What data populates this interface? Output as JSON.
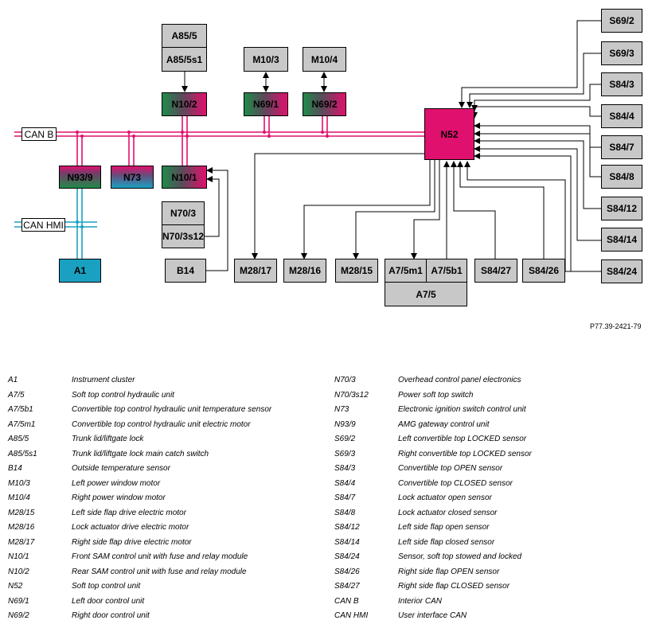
{
  "components": {
    "A85_5": "A85/5",
    "A85_5s1": "A85/5s1",
    "M10_3": "M10/3",
    "M10_4": "M10/4",
    "N10_2": "N10/2",
    "N69_1": "N69/1",
    "N69_2": "N69/2",
    "N52": "N52",
    "N93_9": "N93/9",
    "N73": "N73",
    "N10_1": "N10/1",
    "N70_3": "N70/3",
    "N70_3s12": "N70/3s12",
    "A1": "A1",
    "B14": "B14",
    "M28_17": "M28/17",
    "M28_16": "M28/16",
    "M28_15": "M28/15",
    "A7_5m1": "A7/5m1",
    "A7_5b1": "A7/5b1",
    "A7_5": "A7/5",
    "S84_27": "S84/27",
    "S84_26": "S84/26",
    "S69_2": "S69/2",
    "S69_3": "S69/3",
    "S84_3": "S84/3",
    "S84_4": "S84/4",
    "S84_7": "S84/7",
    "S84_8": "S84/8",
    "S84_12": "S84/12",
    "S84_14": "S84/14",
    "S84_24": "S84/24"
  },
  "bus_labels": {
    "can_b": "CAN B",
    "can_hmi": "CAN HMI"
  },
  "doc_number": "P77.39-2421-79",
  "colors": {
    "can_b_bus": "#e0106e",
    "can_hmi_bus": "#1aa0c0",
    "control_unit": "#e0106e",
    "component": "#c8c8c8"
  },
  "legend_left": [
    {
      "code": "A1",
      "desc": "Instrument cluster"
    },
    {
      "code": "A7/5",
      "desc": "Soft top control hydraulic unit"
    },
    {
      "code": "A7/5b1",
      "desc": "Convertible top control hydraulic unit temperature sensor"
    },
    {
      "code": "A7/5m1",
      "desc": "Convertible top control hydraulic unit electric motor"
    },
    {
      "code": "A85/5",
      "desc": "Trunk lid/liftgate lock"
    },
    {
      "code": "A85/5s1",
      "desc": "Trunk lid/liftgate lock main catch switch"
    },
    {
      "code": "B14",
      "desc": "Outside temperature sensor"
    },
    {
      "code": "M10/3",
      "desc": "Left power window motor"
    },
    {
      "code": "M10/4",
      "desc": "Right power window motor"
    },
    {
      "code": "M28/15",
      "desc": "Left side flap drive electric motor"
    },
    {
      "code": "M28/16",
      "desc": "Lock actuator drive electric motor"
    },
    {
      "code": "M28/17",
      "desc": "Right side flap drive electric motor"
    },
    {
      "code": "N10/1",
      "desc": "Front SAM control unit with fuse and relay module"
    },
    {
      "code": "N10/2",
      "desc": "Rear SAM control unit with fuse and relay module"
    },
    {
      "code": "N52",
      "desc": "Soft top control unit"
    },
    {
      "code": "N69/1",
      "desc": "Left door control unit"
    },
    {
      "code": "N69/2",
      "desc": "Right door control unit"
    }
  ],
  "legend_right": [
    {
      "code": "N70/3",
      "desc": "Overhead control panel electronics"
    },
    {
      "code": "N70/3s12",
      "desc": "Power soft top switch"
    },
    {
      "code": "N73",
      "desc": "Electronic ignition switch control unit"
    },
    {
      "code": "N93/9",
      "desc": "AMG gateway control unit"
    },
    {
      "code": "S69/2",
      "desc": "Left convertible top LOCKED sensor"
    },
    {
      "code": "S69/3",
      "desc": "Right convertible top LOCKED sensor"
    },
    {
      "code": "S84/3",
      "desc": "Convertible top OPEN sensor"
    },
    {
      "code": "S84/4",
      "desc": "Convertible top CLOSED sensor"
    },
    {
      "code": "S84/7",
      "desc": "Lock actuator open sensor"
    },
    {
      "code": "S84/8",
      "desc": "Lock actuator closed sensor"
    },
    {
      "code": "S84/12",
      "desc": "Left side flap open sensor"
    },
    {
      "code": "S84/14",
      "desc": "Left side flap closed sensor"
    },
    {
      "code": "S84/24",
      "desc": "Sensor, soft top stowed and locked"
    },
    {
      "code": "S84/26",
      "desc": "Right side flap OPEN sensor"
    },
    {
      "code": "S84/27",
      "desc": "Right side flap CLOSED sensor"
    },
    {
      "code": "CAN B",
      "desc": "Interior CAN"
    },
    {
      "code": "CAN HMI",
      "desc": "User interface CAN"
    }
  ]
}
